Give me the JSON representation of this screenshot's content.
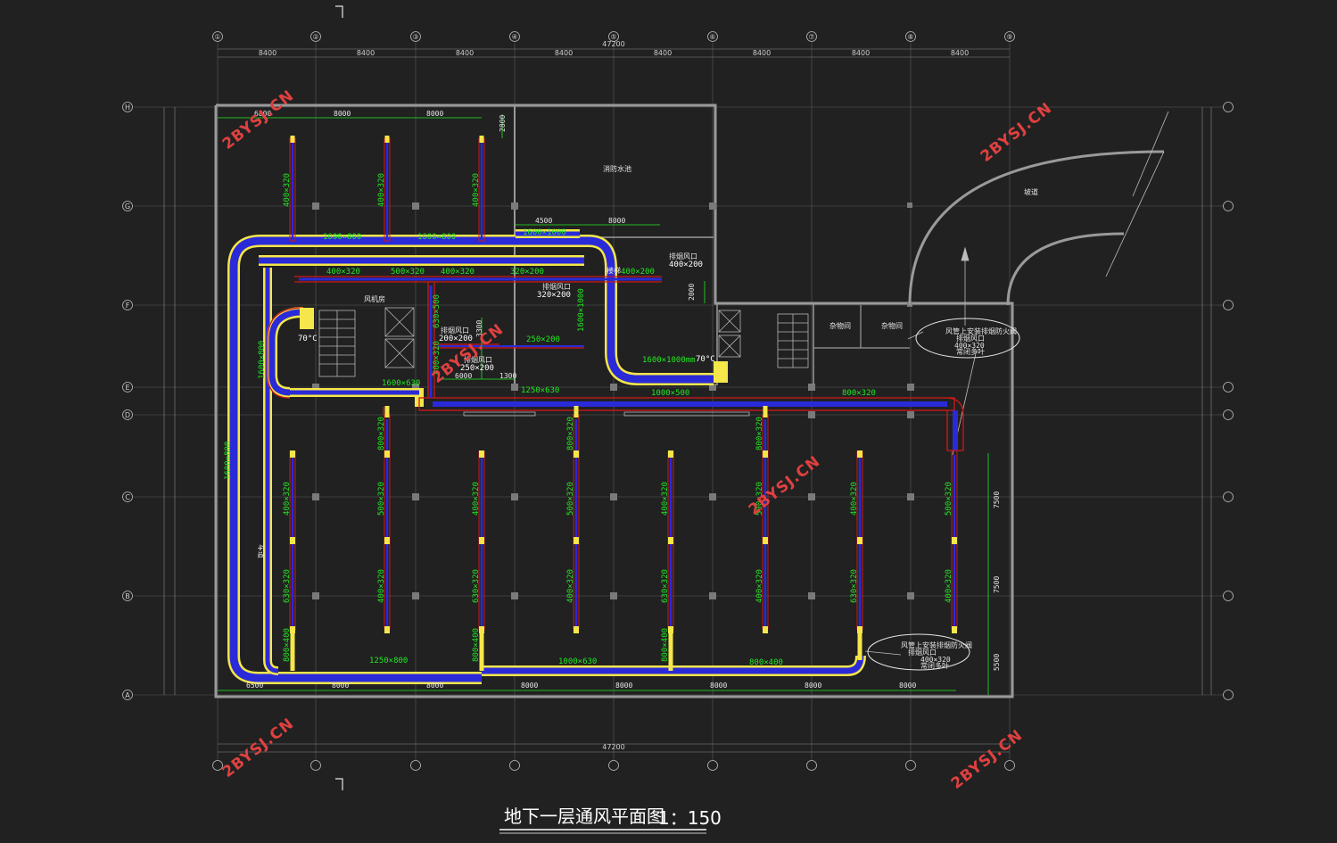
{
  "title": "地下一层通风平面图",
  "scale": "1：150",
  "watermark": "2BYSJ.CN",
  "axes": {
    "columns": [
      "①",
      "②",
      "③",
      "④",
      "⑤",
      "⑥",
      "⑦",
      "⑧",
      "⑨"
    ],
    "rows": [
      "H",
      "G",
      "F",
      "E",
      "D",
      "C",
      "B",
      "A"
    ],
    "total_span": "47200",
    "bay": "8400"
  },
  "dims_top": [
    "6800",
    "8000",
    "8000",
    "4500",
    "8000"
  ],
  "dims_bottom": [
    "6500",
    "8000",
    "8000",
    "8000",
    "8000",
    "8000",
    "8000",
    "8000"
  ],
  "dims_right": [
    "7500",
    "7500",
    "5500"
  ],
  "dims_misc": [
    "2800",
    "2000",
    "3300",
    "6000",
    "1300"
  ],
  "rooms": {
    "fire_pool": "消防水池",
    "fan_room": "风机房",
    "stair": "楼梯",
    "ramp": "坡道",
    "storage1": "杂物间",
    "storage2": "杂物间",
    "lane": "车道"
  },
  "temps": [
    "70°C",
    "70°C"
  ],
  "ducts": {
    "main_top1": "1600×800",
    "main_top2": "1600×800",
    "fire_pool_duct": "1600×1000",
    "left_vertical1": "1600×800",
    "left_vertical2": "1600×800",
    "mid_branch": "1600×630",
    "right_shaft": "1600×1000",
    "right_main": "1600×1000mm",
    "d1": "1250×630",
    "d2": "1000×500",
    "d3": "800×320",
    "b_1250": "1250×800",
    "b_1000": "1000×630",
    "b_800": "800×400",
    "h1": "400×320",
    "h2": "500×320",
    "h3": "400×320",
    "h4": "320×200",
    "h5": "400×200",
    "h6": "250×200",
    "h7": "630×500",
    "h8": "200×200",
    "h9": "250×200",
    "h10": "800×320",
    "v_top": "400×320",
    "v_500": "500×320",
    "v_400": "400×320",
    "v_630": "630×320",
    "v_800_400": "800×400",
    "v_800_320": "800×320"
  },
  "notes": {
    "exhaust1": "排烟风口",
    "exhaust1_size": "400×200",
    "exhaust2": "排烟风口",
    "exhaust2_size": "320×200",
    "exhaust3": "排烟风口",
    "exhaust3_size": "200×200",
    "exhaust4": "排烟风口",
    "exhaust4_size": "250×200",
    "callout1_line1": "风管上安装排烟防火阀",
    "callout1_line2": "排烟风口",
    "callout1_size": "400×320",
    "callout1_extra": "常闭多叶",
    "callout2_line1": "风管上安装排烟防火阀",
    "callout2_line2": "排烟风口",
    "callout2_size": "400×320",
    "callout2_extra": "常闭多叶"
  },
  "colors": {
    "background": "#212121",
    "wall": "#9a9a9a",
    "duct_yellow": "#f5e64a",
    "duct_blue": "#2a2ad8",
    "duct_red": "#d01818",
    "dimension_green": "#22e822",
    "watermark": "#e04040"
  }
}
